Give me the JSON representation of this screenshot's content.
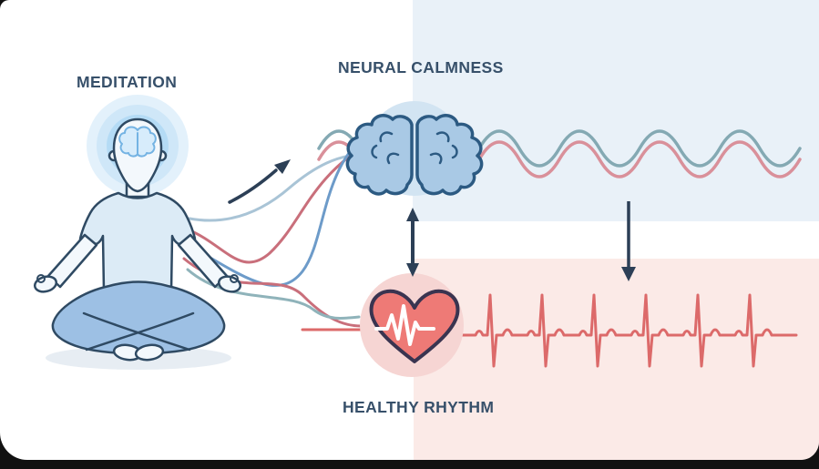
{
  "labels": {
    "meditation": "MEDITATION",
    "neural_calmness": "NEURAL CALMNESS",
    "healthy_rhythm": "HEALTHY RHYTHM"
  },
  "icons": {
    "brain": "brain-icon",
    "heart": "heart-icon",
    "meditating_person": "meditating-person-illustration",
    "curved_arrow": "curved-flow-arrow-icon",
    "double_arrow": "brain-heart-link-arrow-icon",
    "down_arrow": "wave-to-ecg-arrow-icon",
    "calm_wave": "calm-brainwave-line",
    "ecg_wave": "heartbeat-ecg-line"
  },
  "colors": {
    "page_bg": "#111111",
    "card_bg": "#ffffff",
    "label_text": "#37506a",
    "panel_blue": "#e9f1f8",
    "panel_pink": "#fbeae7",
    "brain_circle": "#d2e4f2",
    "brain_fill": "#a9c9e5",
    "brain_stroke": "#2c5a82",
    "heart_circle": "#f6d5d3",
    "heart_fill": "#ee7a76",
    "heart_stroke": "#3a3450",
    "ecg_line": "#dc6a6a",
    "ecg_white": "#ffffff",
    "wave_teal": "#84a9b3",
    "wave_pink": "#d9909a",
    "arrow": "#2c3f56",
    "outline": "#2f4a63",
    "skin": "#f3f8fc",
    "shirt": "#dcebf6",
    "pants": "#9dc0e4",
    "glow_1": "#e3f1fb",
    "glow_2": "#cfe7f8",
    "glow_3": "#b4dbf5",
    "strand_red": "#c96f7b",
    "strand_teal": "#8fb3ba",
    "strand_blue": "#6d9bc9",
    "strand_pale": "#a9c4d6",
    "shadow": "#e7edf3",
    "head_brain_fill": "#d7ecfb",
    "head_brain_stroke": "#74b3e3"
  }
}
